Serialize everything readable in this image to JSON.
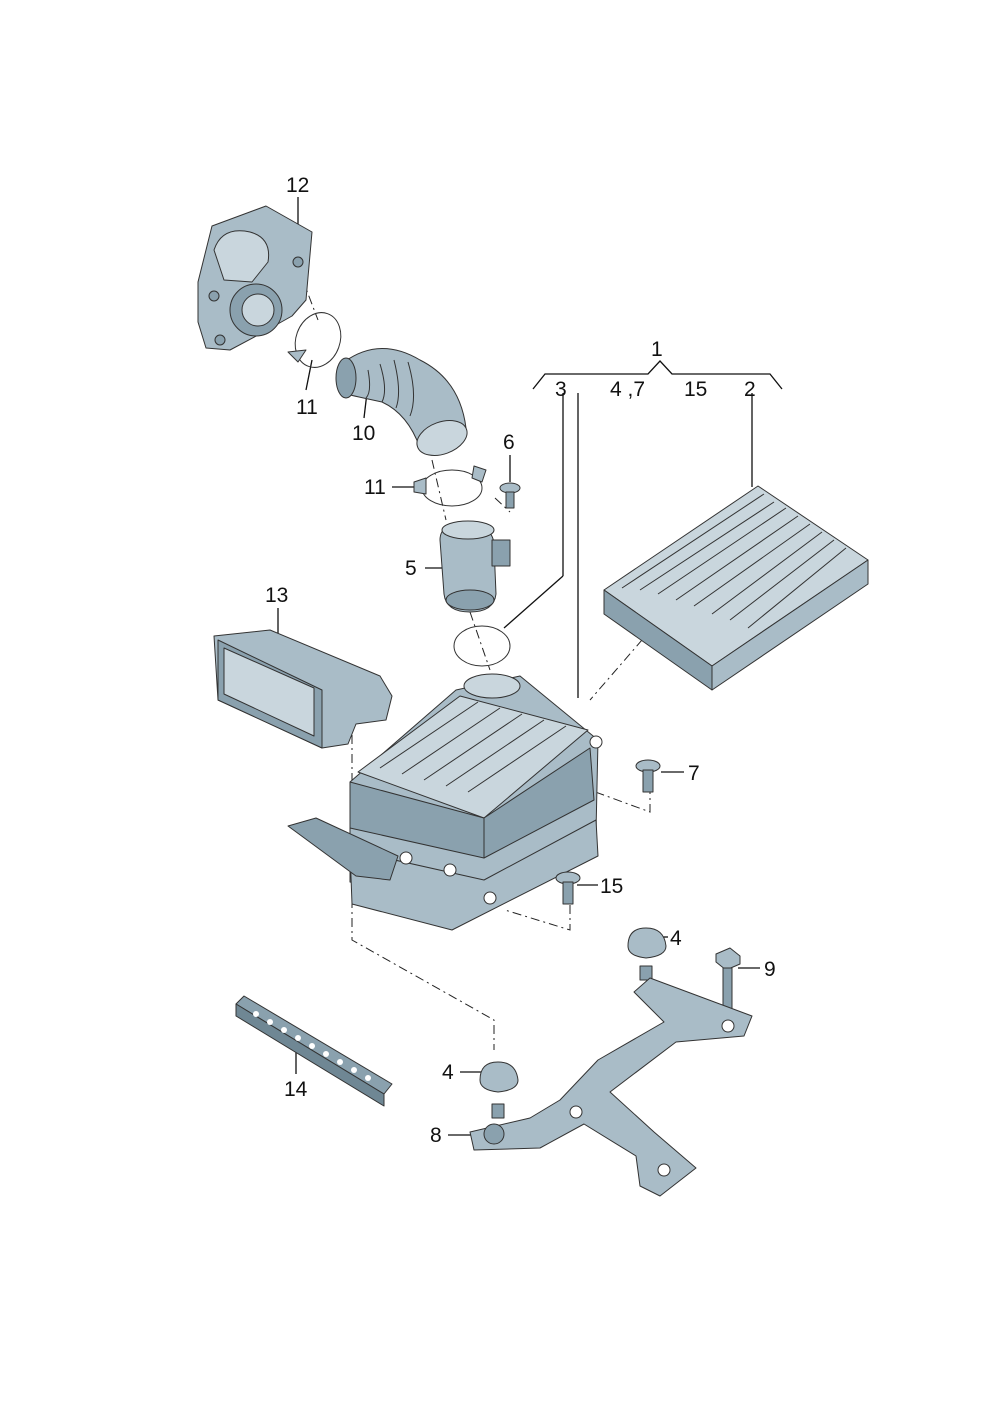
{
  "diagram": {
    "callouts": {
      "p1": "1",
      "p2": "2",
      "p3": "3",
      "p4_7": "4 ,7",
      "p15_top": "15",
      "p4_upper": "4",
      "p4_lower": "4",
      "p5": "5",
      "p6": "6",
      "p7": "7",
      "p8": "8",
      "p9": "9",
      "p10": "10",
      "p11_upper": "11",
      "p11_lower": "11",
      "p12": "12",
      "p13": "13",
      "p14": "14",
      "p15": "15"
    },
    "colors": {
      "part_fill": "#a9bcc7",
      "part_dark": "#8aa1ae",
      "part_light": "#c9d6dd",
      "outline": "#333333",
      "text": "#111111"
    }
  }
}
